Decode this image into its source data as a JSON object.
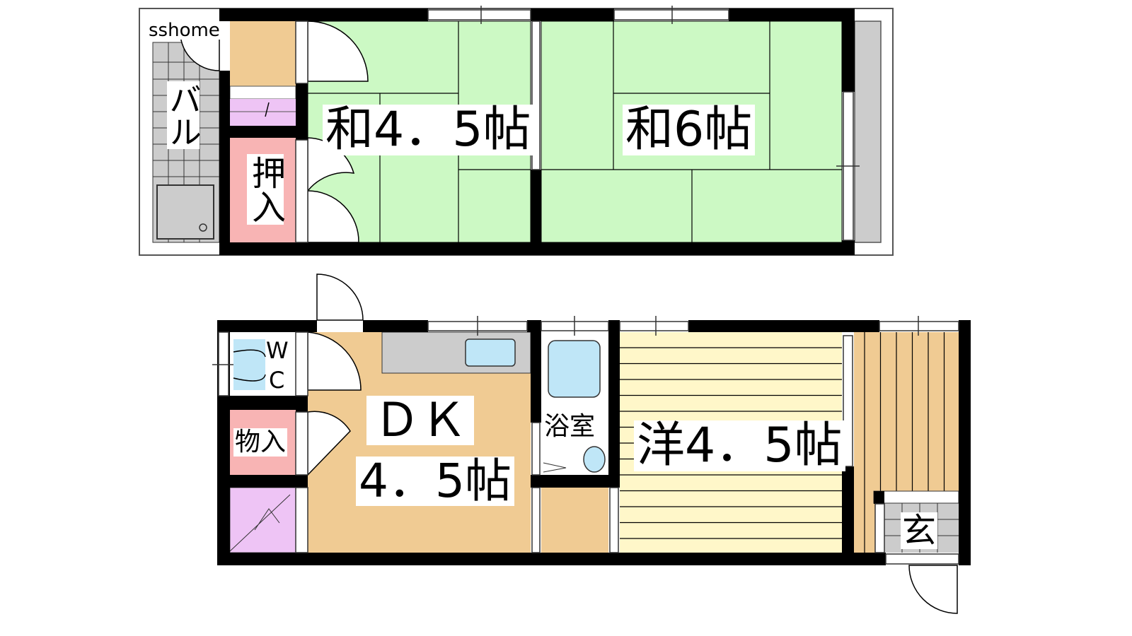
{
  "watermark": "sshome",
  "upper_floor": {
    "balcony": "バル",
    "closet": "押入",
    "japanese_room_small": "和4．5帖",
    "japanese_room_large": "和6帖"
  },
  "lower_floor": {
    "toilet_w": "W",
    "toilet_c": "C",
    "storage": "物入",
    "dining_kitchen_1": "ＤＫ",
    "dining_kitchen_2": "4．5帖",
    "bathroom": "浴室",
    "western_room": "洋4．5帖",
    "entrance": "玄"
  },
  "colors": {
    "tatami": "#ccf9c4",
    "wood": "#f0cb93",
    "closet": "#f8b4b4",
    "storage_purple": "#eec4f5",
    "western": "#fff7c9",
    "tile": "#cccccc",
    "water": "#bfe6f7"
  }
}
